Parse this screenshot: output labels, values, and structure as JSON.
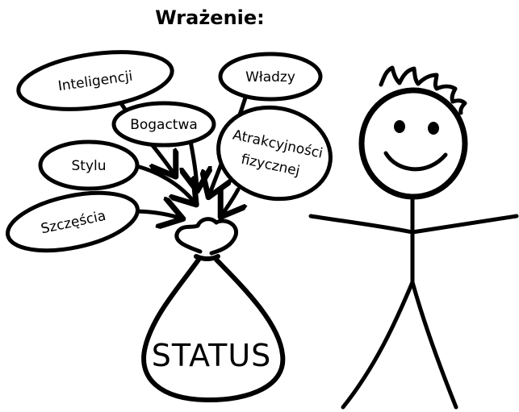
{
  "title": "Wrażenie:",
  "bubbles": {
    "inteligencji": "Inteligencji",
    "wladzy": "Władzy",
    "bogactwa": "Bogactwa",
    "stylu": "Stylu",
    "atrakcyjnosci_line1": "Atrakcyjności",
    "atrakcyjnosci_line2": "fizycznej",
    "szczescia": "Szczęścia"
  },
  "bag_label": "STATUS",
  "colors": {
    "ink": "#000000",
    "background": "#ffffff"
  }
}
